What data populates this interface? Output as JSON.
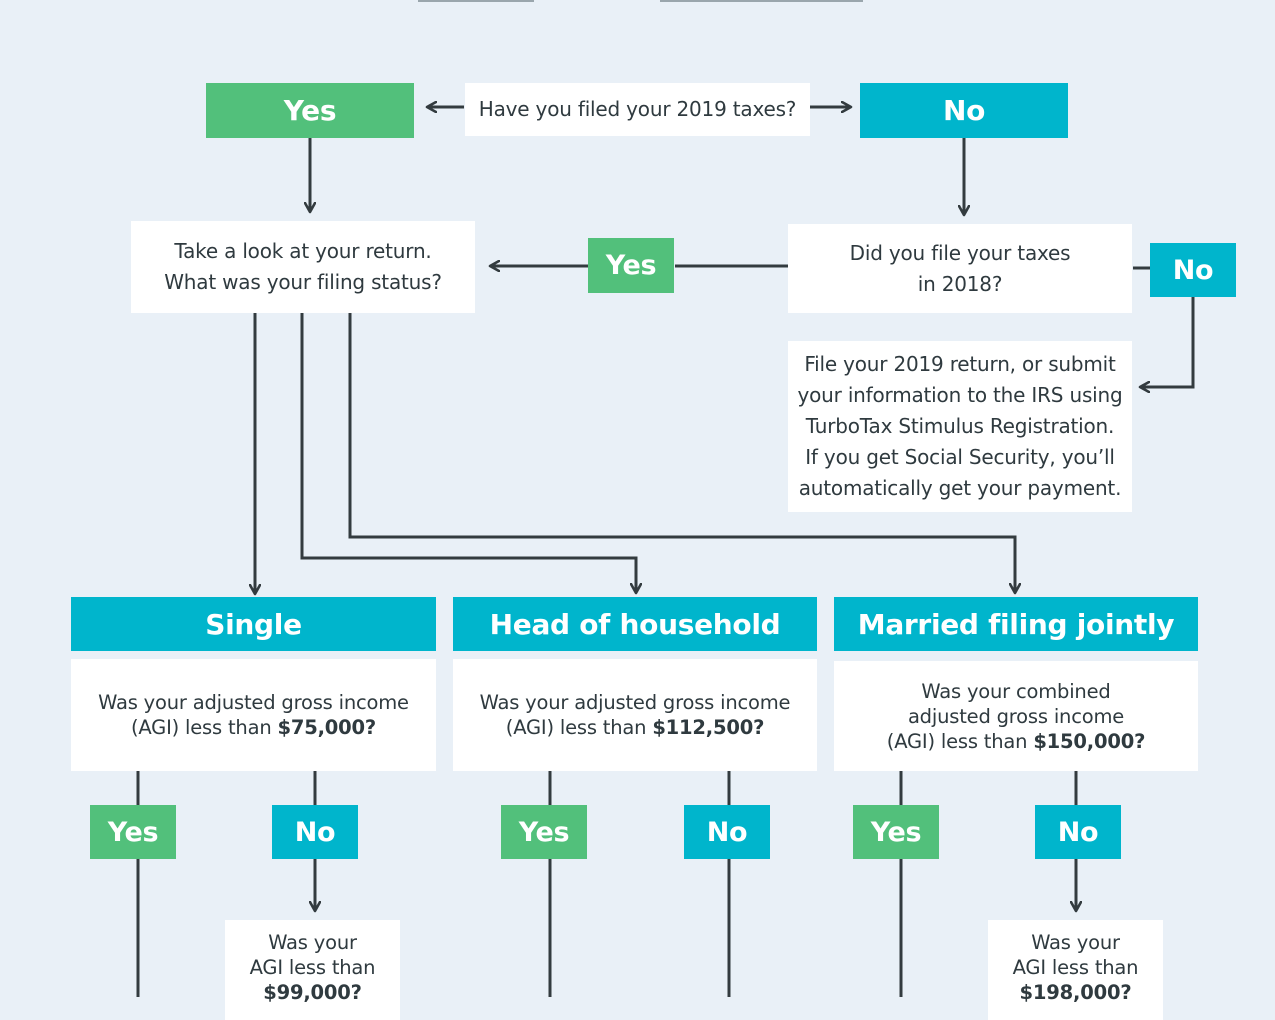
{
  "colors": {
    "yes": "#52c07b",
    "no": "#00b5cc",
    "line": "#333b3f",
    "background": "#e9f0f7"
  },
  "top": {
    "question": "Have you filed your 2019 taxes?",
    "yes": "Yes",
    "no": "No"
  },
  "left": {
    "line1": "Take a look at your return.",
    "line2": "What was your filing status?"
  },
  "right": {
    "line1": "Did you file your taxes",
    "line2": "in 2018?",
    "yes": "Yes",
    "no": "No",
    "action": [
      "File your 2019 return, or submit",
      "your information to the IRS using",
      "TurboTax Stimulus Registration.",
      "If you get Social Security, you’ll",
      "automatically get your payment."
    ]
  },
  "statuses": [
    {
      "title": "Single",
      "question_line1": "Was your adjusted gross income",
      "question_line2_prefix": "(AGI) less than ",
      "question_amount": "$75,000?",
      "yes": "Yes",
      "no": "No",
      "followup": [
        "Was your",
        "AGI less than",
        "$99,000?"
      ]
    },
    {
      "title": "Head of household",
      "question_line1": "Was your adjusted gross income",
      "question_line2_prefix": "(AGI) less than ",
      "question_amount": "$112,500?",
      "yes": "Yes",
      "no": "No"
    },
    {
      "title": "Married filing jointly",
      "question_line0": "Was your combined",
      "question_line1": "adjusted gross income",
      "question_line2_prefix": "(AGI) less than ",
      "question_amount": "$150,000?",
      "yes": "Yes",
      "no": "No",
      "followup": [
        "Was your",
        "AGI less than",
        "$198,000?"
      ]
    }
  ]
}
